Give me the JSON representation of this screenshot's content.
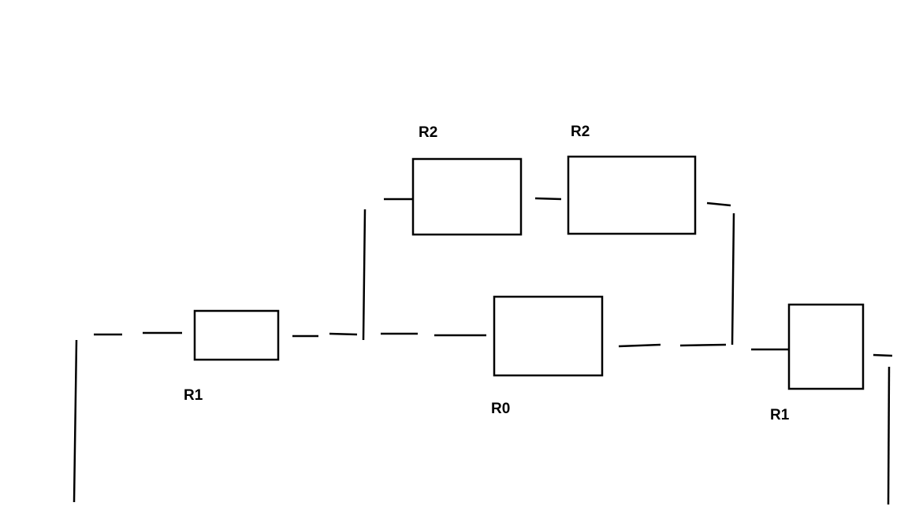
{
  "diagram": {
    "components": [
      {
        "id": "r1-left",
        "label": "R1"
      },
      {
        "id": "r2-left",
        "label": "R2"
      },
      {
        "id": "r2-right",
        "label": "R2"
      },
      {
        "id": "r0-center",
        "label": "R0"
      },
      {
        "id": "r1-right",
        "label": "R1"
      }
    ],
    "colors": {
      "stroke": "#000000",
      "background": "#ffffff"
    }
  }
}
